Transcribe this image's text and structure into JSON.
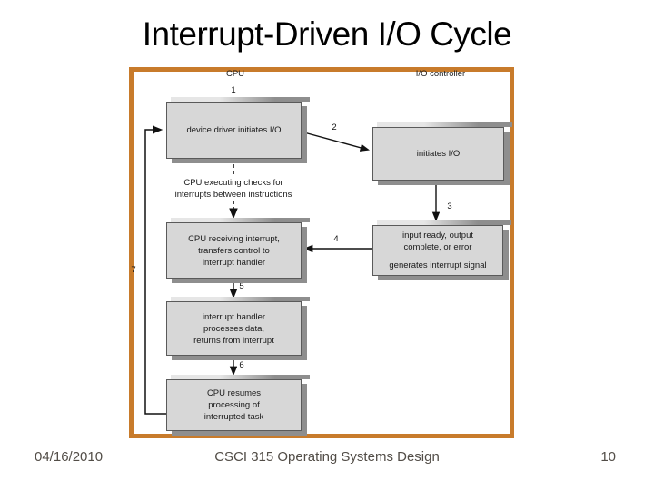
{
  "slide": {
    "title": "Interrupt-Driven I/O Cycle",
    "footer": {
      "date": "04/16/2010",
      "course": "CSCI 315 Operating Systems Design",
      "page_number": "10"
    }
  },
  "colors": {
    "frame_border": "#C87B2B",
    "box_fill": "#D7D7D7",
    "box_shadow": "#8E8E8E",
    "flow_line": "#111111",
    "footer_text": "#524D47",
    "title_text": "#000000"
  },
  "diagram": {
    "column_headers": {
      "left": "CPU",
      "right": "I/O controller"
    },
    "step_labels": {
      "s1": "1",
      "s2": "2",
      "s3": "3",
      "s4": "4",
      "s5": "5",
      "s6": "6",
      "s7": "7"
    },
    "boxes": {
      "device_driver": {
        "line1": "device driver initiates I/O"
      },
      "io_initiates": {
        "line1": "initiates I/O"
      },
      "cpu_check_note": {
        "line1": "CPU executing checks for",
        "line2": "interrupts between instructions"
      },
      "cpu_receives": {
        "line1": "CPU receiving interrupt,",
        "line2": "transfers control to",
        "line3": "interrupt handler"
      },
      "io_status": {
        "line1": "input ready, output",
        "line2": "complete, or error",
        "line3": "generates interrupt signal"
      },
      "interrupt_handler": {
        "line1": "interrupt handler",
        "line2": "processes data,",
        "line3": "returns from interrupt"
      },
      "cpu_resumes": {
        "line1": "CPU resumes",
        "line2": "processing of",
        "line3": "interrupted task"
      }
    }
  }
}
